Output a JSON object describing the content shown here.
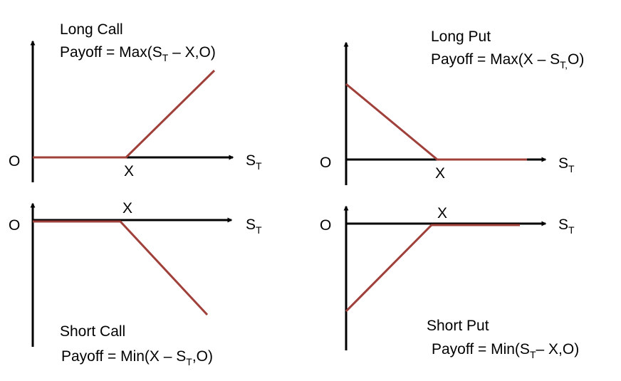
{
  "colors": {
    "axis": "#000000",
    "payoff_line": "#a0403a",
    "background": "#ffffff"
  },
  "panels": [
    {
      "id": "long-call",
      "title": "Long Call",
      "formula": {
        "prefix": "Payoff = Max(S",
        "sub": "T",
        "suffix": " – X,O)"
      },
      "origin_label": "O",
      "strike_label": "X",
      "axis_label": {
        "main": "S",
        "sub": "T"
      }
    },
    {
      "id": "long-put",
      "title": "Long Put",
      "formula": {
        "prefix": "Payoff = Max(X – S",
        "sub": "T,",
        "suffix": "O)"
      },
      "origin_label": "O",
      "strike_label": "X",
      "axis_label": {
        "main": "S",
        "sub": "T"
      }
    },
    {
      "id": "short-call",
      "title": "Short Call",
      "formula": {
        "prefix": "Payoff = Min(X – S",
        "sub": "T",
        "suffix": ",O)"
      },
      "origin_label": "O",
      "strike_label": "X",
      "axis_label": {
        "main": "S",
        "sub": "T"
      }
    },
    {
      "id": "short-put",
      "title": "Short Put",
      "formula": {
        "prefix": "Payoff = Min(S",
        "sub": "T",
        "suffix": "– X,O)"
      },
      "origin_label": "O",
      "strike_label": "X",
      "axis_label": {
        "main": "S",
        "sub": "T"
      }
    }
  ]
}
